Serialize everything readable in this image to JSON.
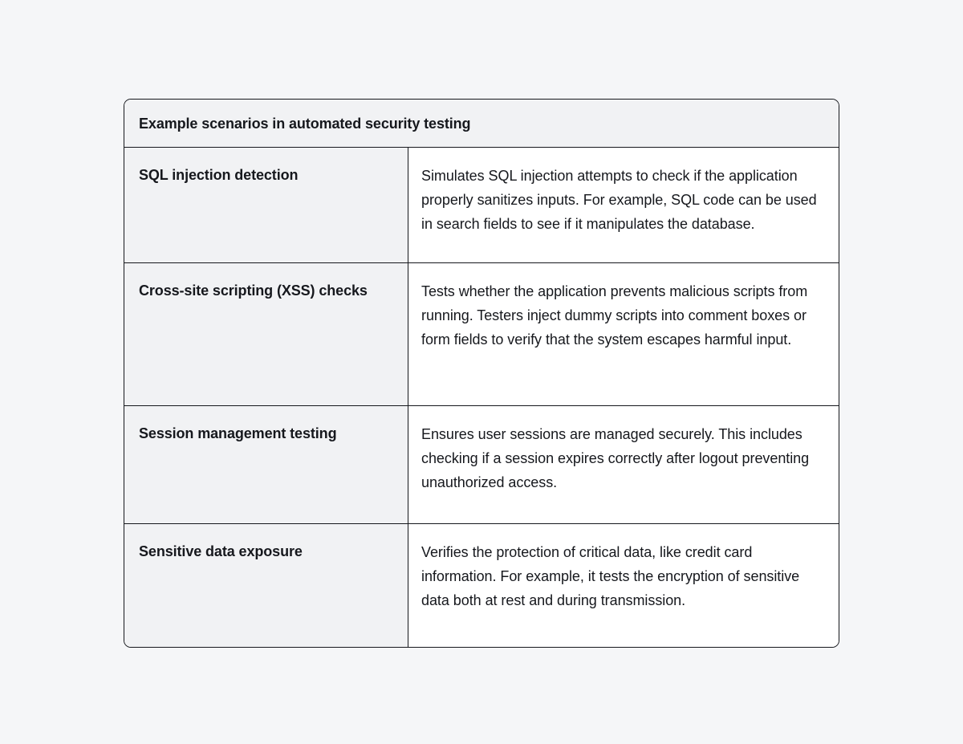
{
  "page": {
    "background_color": "#f5f6f8",
    "card_border_color": "#16181d",
    "header_background_color": "#f1f2f4",
    "label_cell_background_color": "#f1f2f4",
    "description_cell_background_color": "#ffffff",
    "text_color": "#16181d"
  },
  "table": {
    "title": "Example scenarios in automated security testing",
    "rows": [
      {
        "label": "SQL injection detection",
        "description": "Simulates SQL injection attempts to check if the application properly sanitizes inputs. For example, SQL code can be used in search fields to see if it manipulates the database."
      },
      {
        "label": "Cross-site scripting (XSS) checks",
        "description": "Tests whether the application prevents malicious scripts from running. Testers inject dummy scripts into comment boxes or form fields to verify that the system escapes harmful input."
      },
      {
        "label": "Session management testing",
        "description": "Ensures user sessions are managed securely. This includes checking if a session expires correctly after logout preventing unauthorized access."
      },
      {
        "label": "Sensitive data exposure",
        "description": "Verifies the protection of critical data, like credit card information. For example, it tests the encryption of sensitive data both at rest and during transmission."
      }
    ]
  }
}
